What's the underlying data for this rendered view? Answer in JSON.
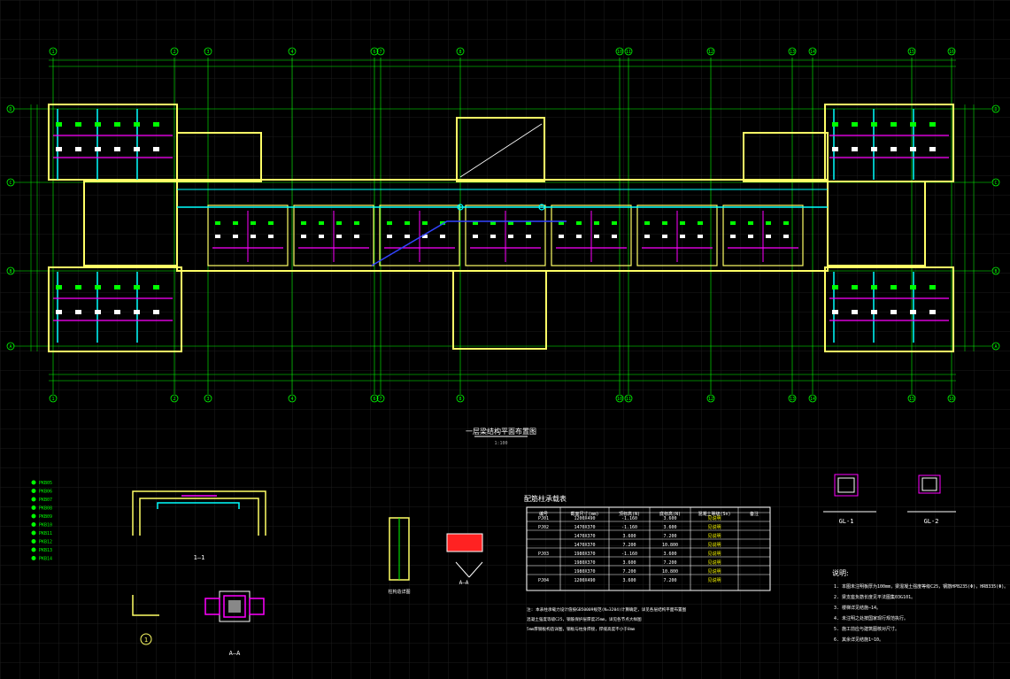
{
  "axis_labels_top": [
    "1",
    "2",
    "3",
    "4",
    "6",
    "7",
    "8",
    "10",
    "11",
    "12",
    "13",
    "14",
    "15",
    "16"
  ],
  "axis_labels_side": [
    "D",
    "C",
    "B",
    "A"
  ],
  "plan": {
    "title": "一层梁结构平面布置图",
    "subtitle": "1:100"
  },
  "table": {
    "title": "配筋柱承载表",
    "headers": [
      "编号",
      "截面尺寸(mm)",
      "顶标高(N)",
      "底标高(N)",
      "混凝土等级(Sn)",
      "备注"
    ],
    "rows": [
      [
        "PJ01",
        "1200X490",
        "-1.160",
        "3.600",
        "见说明",
        ""
      ],
      [
        "PJ02",
        "1470X370",
        "-1.160",
        "3.600",
        "见说明",
        ""
      ],
      [
        "",
        "1470X370",
        "3.600",
        "7.200",
        "见说明",
        ""
      ],
      [
        "",
        "1470X370",
        "7.200",
        "10.800",
        "见说明",
        ""
      ],
      [
        "PJ03",
        "1980X370",
        "-1.160",
        "3.600",
        "见说明",
        ""
      ],
      [
        "",
        "1980X370",
        "3.600",
        "7.200",
        "见说明",
        ""
      ],
      [
        "",
        "1980X370",
        "7.200",
        "10.800",
        "见说明",
        ""
      ],
      [
        "PJ04",
        "1200X490",
        "3.600",
        "7.200",
        "见说明",
        ""
      ]
    ],
    "note_lines": [
      "注: 本表柱承载力设计值按GB50009规范(N=3204)计算确定，详见各层结构平面布置图",
      "混凝土强度等级C25，钢筋保护层厚度25mm，详见各节点大样图",
      "5mm厚钢板构造详图，钢板与柱身焊接，焊缝高度不小于8mm"
    ]
  },
  "details": {
    "section_1": "1—1",
    "section_a": "A—A",
    "section_a2": "A—A",
    "circle_1": "1",
    "gl1": "GL-1",
    "gl2": "GL-2",
    "detail_label": "柱构造详图"
  },
  "notes": {
    "title": "说明:",
    "items": [
      "1. 本图未注明板厚为100mm，梁混凝土强度等级C25，钢筋HPB235(Φ)，HRB335(Φ)。",
      "2. 梁支座负筋长度见平法图集03G101。",
      "3. 楼梯详见结施—14。",
      "4. 未注明之处按国家现行规范执行。",
      "5. 施工前应与建筑图核对尺寸。",
      "6. 其余详见结施1~10。"
    ]
  },
  "legend": [
    "PKB05",
    "PKB06",
    "PKB07",
    "PKB08",
    "PKB09",
    "PKB10",
    "PKB11",
    "PKB12",
    "PKB13",
    "PKB14"
  ],
  "colors": {
    "background": "#000000",
    "grid": "#1c1c1c",
    "axis": "#00ff00",
    "wall": "#ffff66",
    "beam": "#00ffff",
    "magenta": "#ff00ff",
    "white": "#ffffff",
    "red": "#ff2222",
    "blue": "#3344ff"
  }
}
